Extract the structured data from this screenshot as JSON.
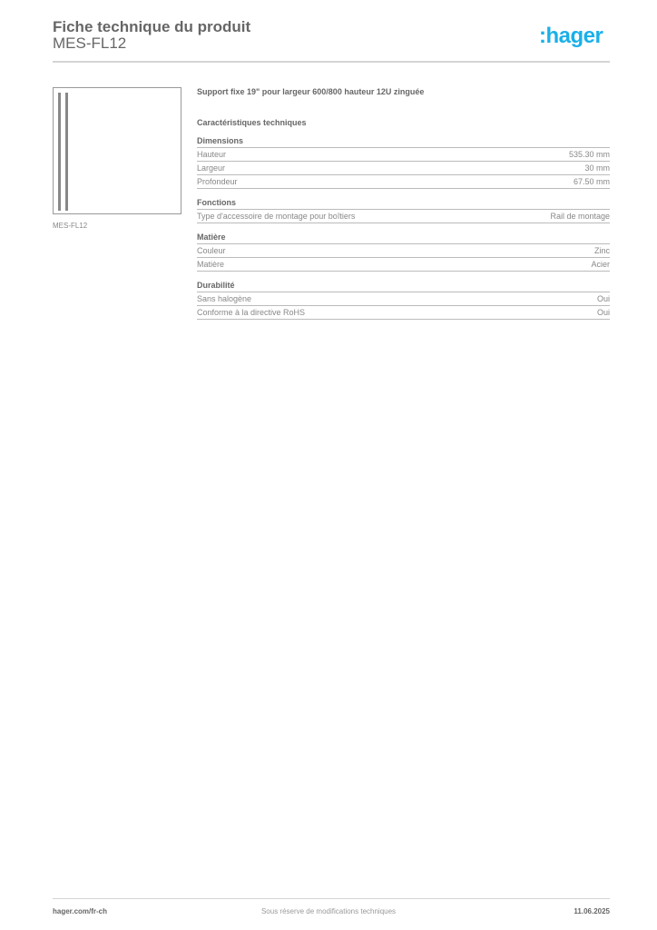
{
  "header": {
    "title": "Fiche technique du produit",
    "product_code": "MES-FL12",
    "logo": ":hager",
    "brand_color": "#1ab0e8"
  },
  "product_image": {
    "caption": "MES-FL12"
  },
  "description": "Support fixe 19\" pour largeur 600/800 hauteur 12U zinguée",
  "section_title": "Caractéristiques techniques",
  "groups": [
    {
      "title": "Dimensions",
      "rows": [
        {
          "label": "Hauteur",
          "value": "535.30 mm"
        },
        {
          "label": "Largeur",
          "value": "30 mm"
        },
        {
          "label": "Profondeur",
          "value": "67.50 mm"
        }
      ]
    },
    {
      "title": "Fonctions",
      "rows": [
        {
          "label": "Type d'accessoire de montage pour boîtiers",
          "value": "Rail de montage"
        }
      ]
    },
    {
      "title": "Matière",
      "rows": [
        {
          "label": "Couleur",
          "value": "Zinc"
        },
        {
          "label": "Matière",
          "value": "Acier"
        }
      ]
    },
    {
      "title": "Durabilité",
      "rows": [
        {
          "label": "Sans halogène",
          "value": "Oui"
        },
        {
          "label": "Conforme à la directive RoHS",
          "value": "Oui"
        }
      ]
    }
  ],
  "footer": {
    "website": "hager.com/fr-ch",
    "disclaimer": "Sous réserve de modifications techniques",
    "date": "11.06.2025"
  }
}
